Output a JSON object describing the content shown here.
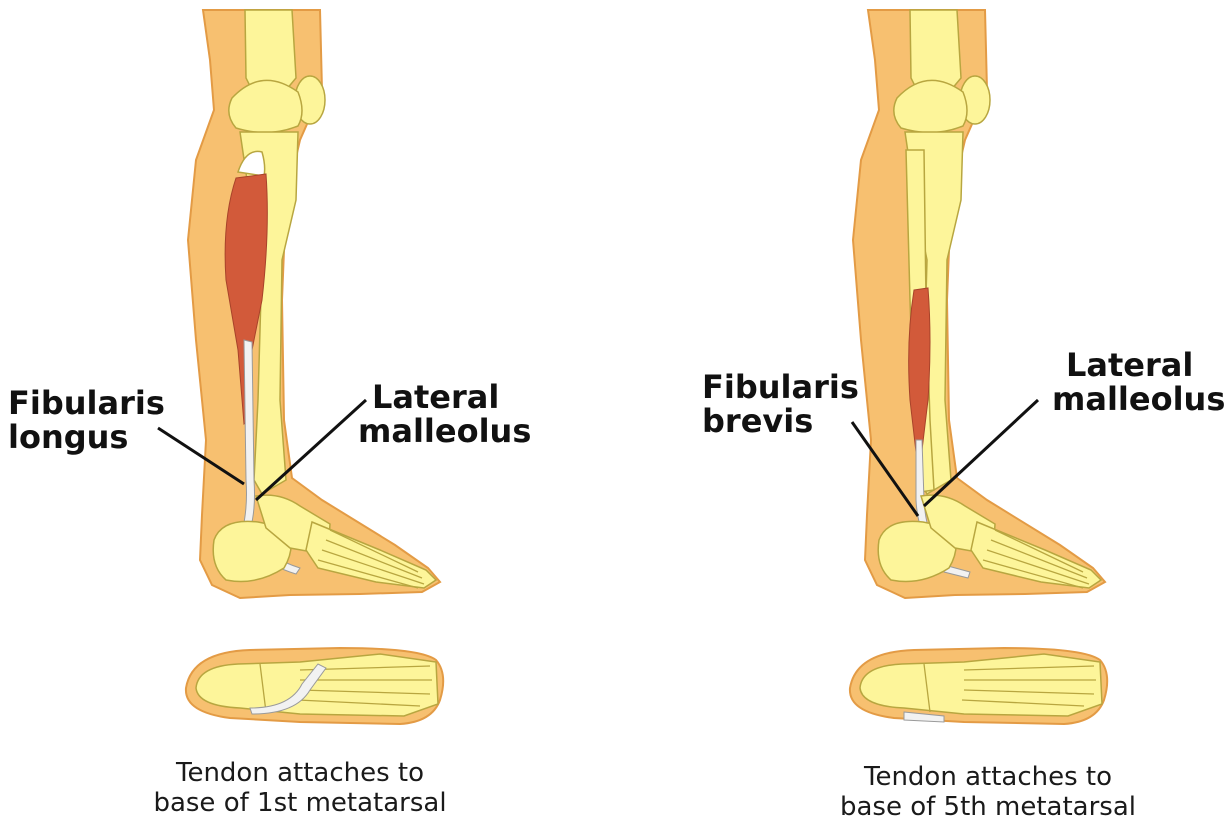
{
  "colors": {
    "skin": "#f7c070",
    "skin_outline": "#e39b45",
    "bone": "#fdf59a",
    "bone_outline": "#b8a640",
    "muscle": "#d25a3a",
    "tendon": "#f2f2f2",
    "leader_line": "#111111"
  },
  "left_panel": {
    "muscle_label": [
      "Fibularis",
      "longus"
    ],
    "malleolus_label": [
      "Lateral",
      "malleolus"
    ],
    "caption": [
      "Tendon attaches to",
      "base of 1st metatarsal"
    ]
  },
  "right_panel": {
    "muscle_label": [
      "Fibularis",
      "brevis"
    ],
    "malleolus_label": [
      "Lateral",
      "malleolus"
    ],
    "caption": [
      "Tendon attaches to",
      "base of 5th metatarsal"
    ]
  }
}
